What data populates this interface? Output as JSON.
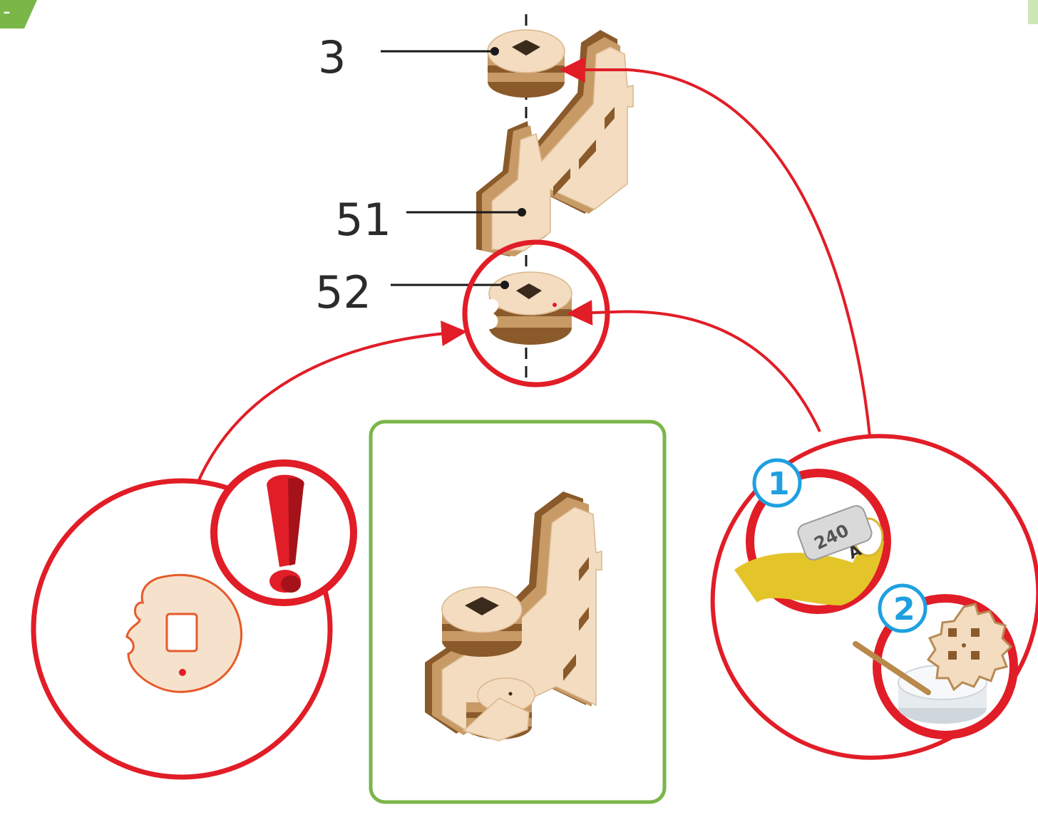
{
  "page": {
    "step_tab_text": "-"
  },
  "parts": [
    {
      "id": "part-3",
      "number": "3"
    },
    {
      "id": "part-51",
      "number": "51"
    },
    {
      "id": "part-52",
      "number": "52"
    }
  ],
  "tips": {
    "step1_number": "1",
    "step2_number": "2",
    "sandpaper_grit": "240",
    "sandpaper_edge_text": "A"
  },
  "colors": {
    "callout_red": "#e11d27",
    "preview_frame_green": "#7ab648",
    "step_number_blue": "#1ea0e0",
    "wood_light": "#f3dcc0",
    "wood_dark": "#8a5a2b",
    "wood_mid": "#c79a66",
    "sandpaper_yellow": "#e3c52a",
    "tab_green": "#7ab648"
  },
  "icons": [
    "exclamation-icon",
    "sandpaper-icon",
    "wax-icon",
    "gear-icon"
  ]
}
